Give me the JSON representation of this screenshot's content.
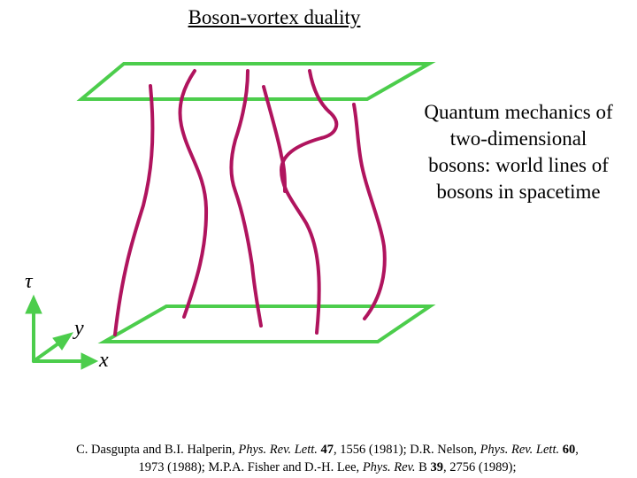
{
  "title": "Boson-vortex duality",
  "caption": "Quantum mechanics of two-dimensional bosons: world lines of bosons in spacetime",
  "axes": {
    "tau": "τ",
    "y": "y",
    "x": "x"
  },
  "citation": {
    "r1_authors": "C. Dasgupta and B.I. Halperin, ",
    "r1_journal": "Phys. Rev. Lett.",
    "r1_vol": "47",
    "r1_rest": ", 1556 (1981); D.R. Nelson, ",
    "r2_journal": "Phys. Rev. Lett.",
    "r2_vol": "60",
    "r2_rest": ",",
    "line2_start": "1973 (1988); M.P.A. Fisher and D.-H. Lee, ",
    "r3_journal": "Phys. Rev.",
    "r3_series": " B ",
    "r3_vol": "39",
    "r3_rest": ", 2756 (1989);"
  },
  "colors": {
    "plane": "#4ccd4c",
    "worldline": "#b0145e",
    "axis_arrow": "#4ccd4c"
  }
}
